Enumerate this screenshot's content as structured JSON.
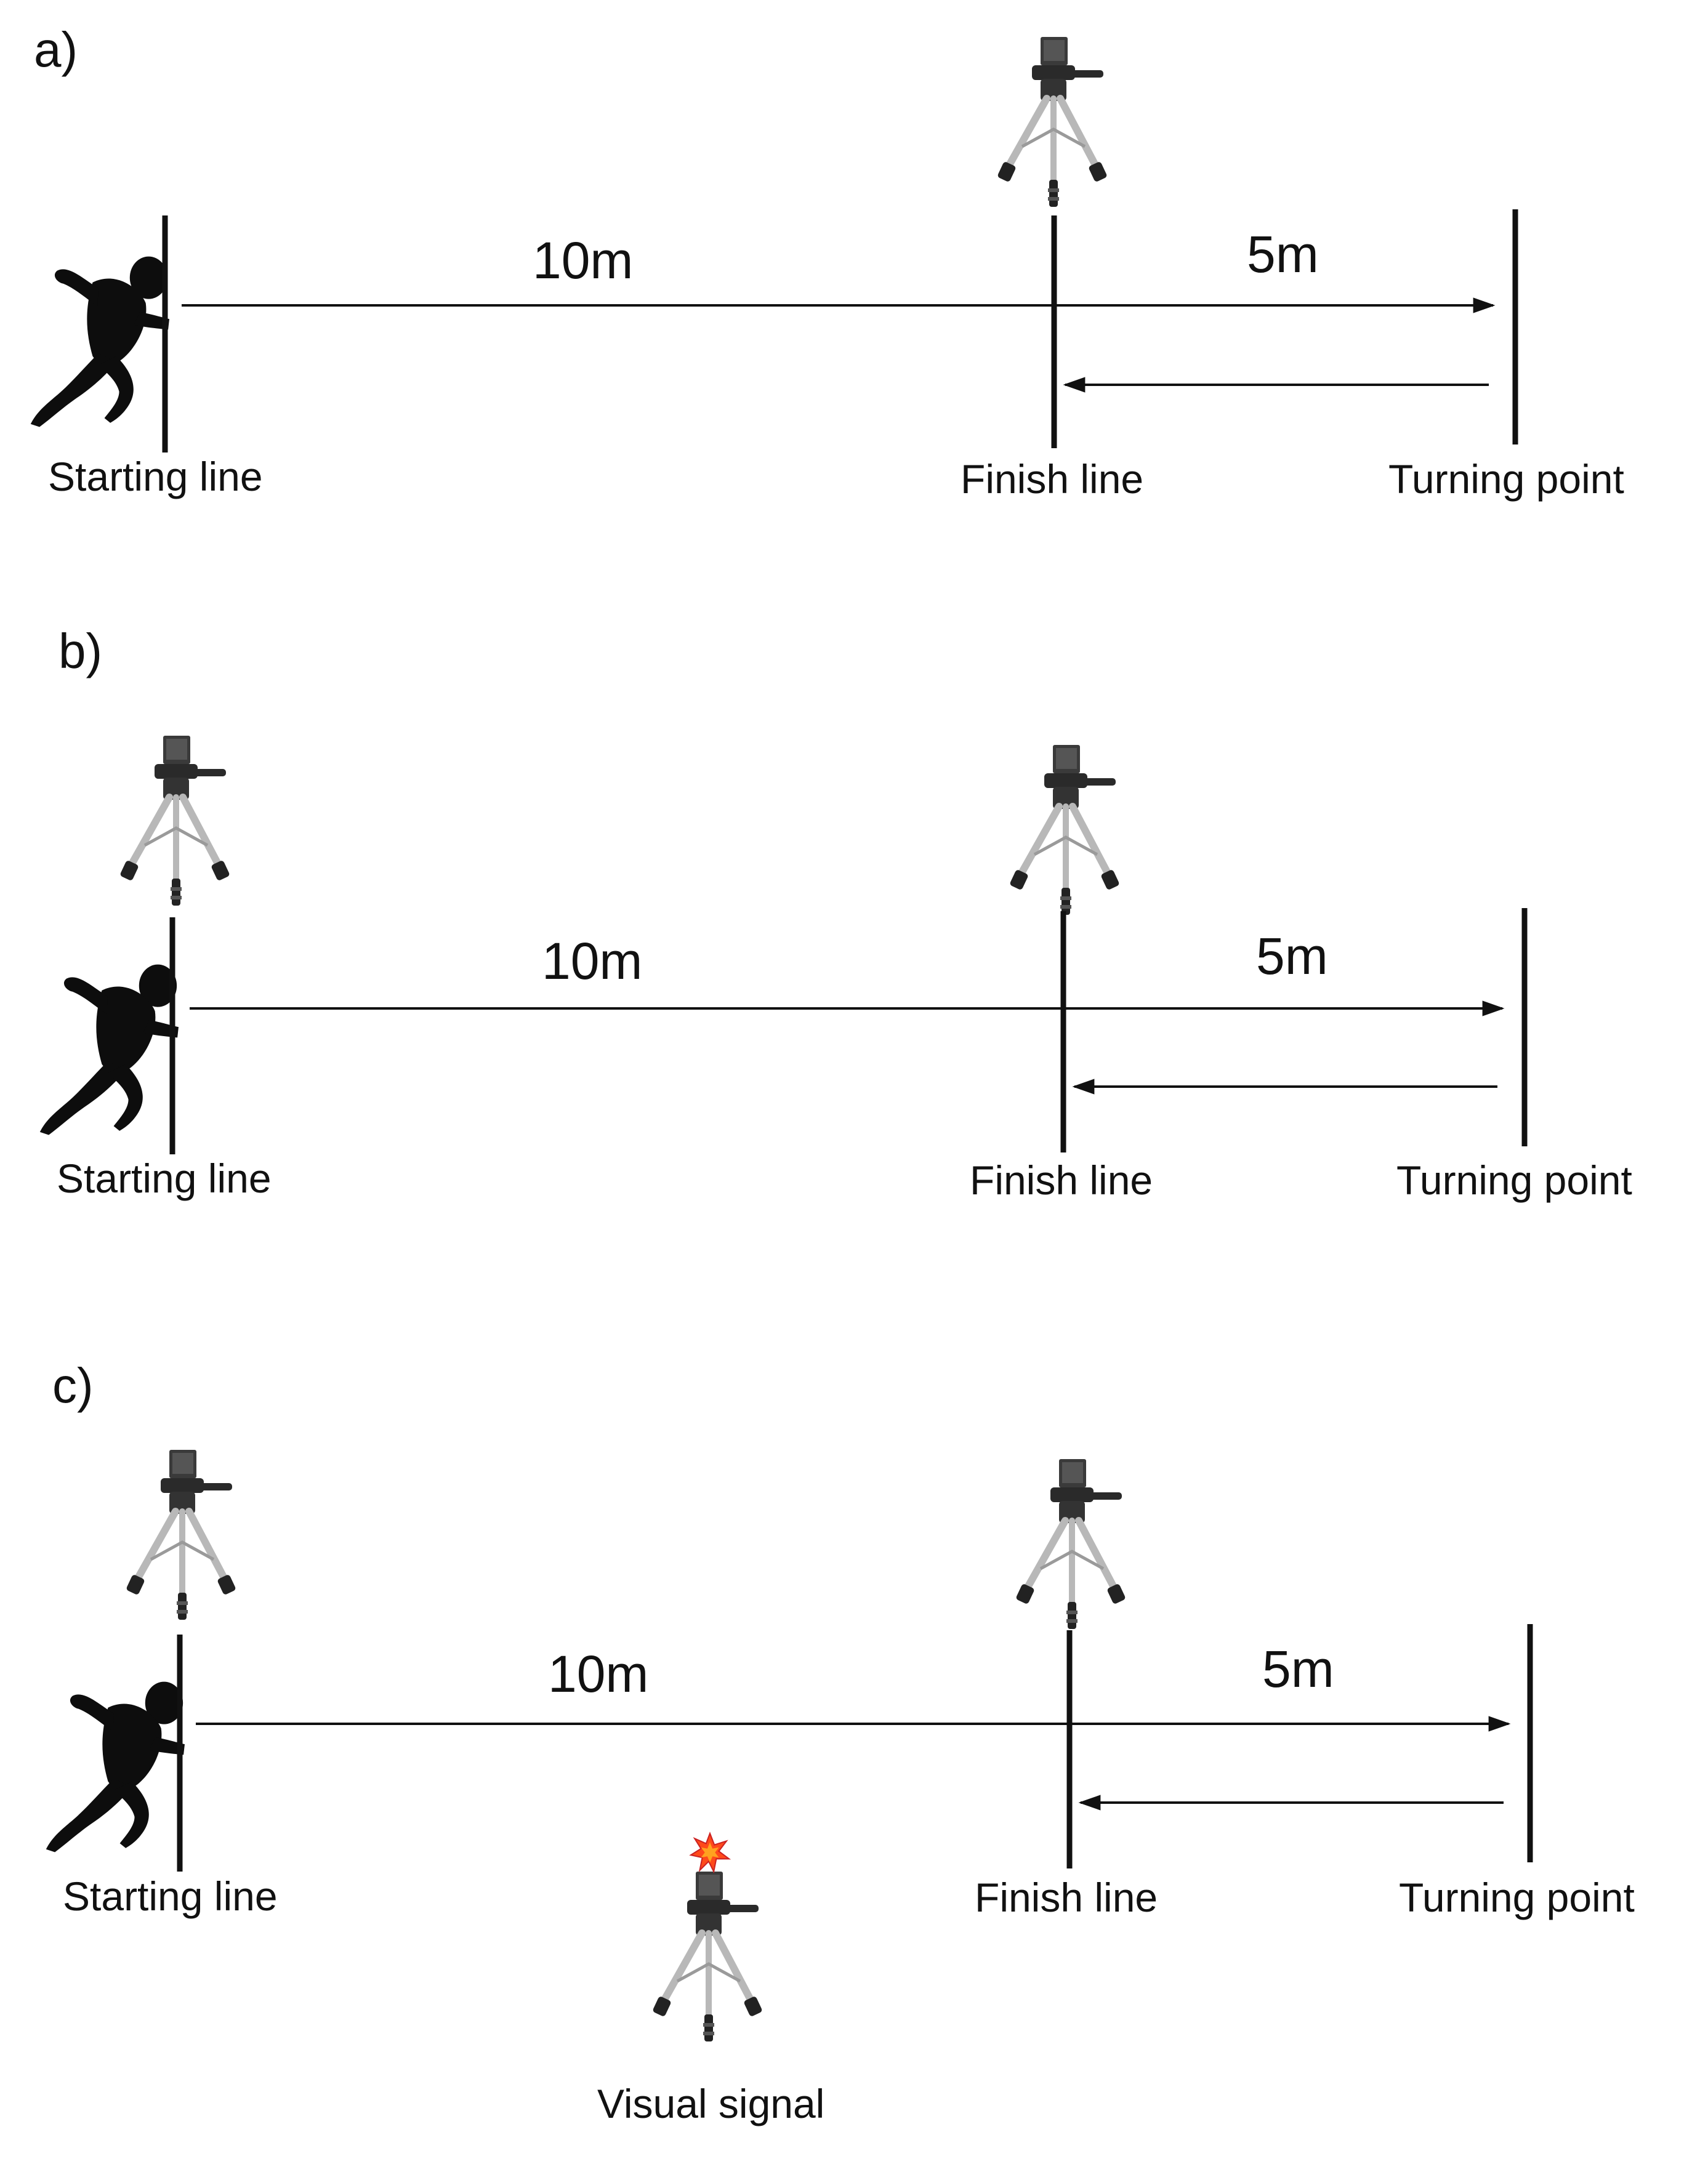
{
  "panels": [
    {
      "label": "a)",
      "distance_main": "10m",
      "distance_return": "5m",
      "start_label": "Starting line",
      "finish_label": "Finish line",
      "turn_label": "Turning point"
    },
    {
      "label": "b)",
      "distance_main": "10m",
      "distance_return": "5m",
      "start_label": "Starting line",
      "finish_label": "Finish line",
      "turn_label": "Turning point"
    },
    {
      "label": "c)",
      "distance_main": "10m",
      "distance_return": "5m",
      "start_label": "Starting line",
      "finish_label": "Finish line",
      "turn_label": "Turning point",
      "signal_label": "Visual signal"
    }
  ],
  "icons": {
    "runner": "runner-silhouette-icon",
    "camera": "camera-tripod-icon",
    "signal": "visual-signal-tripod-icon"
  },
  "colors": {
    "line": "#111111",
    "tripod_leg": "#b8b8b8",
    "signal_star": "#ff4a1a"
  }
}
